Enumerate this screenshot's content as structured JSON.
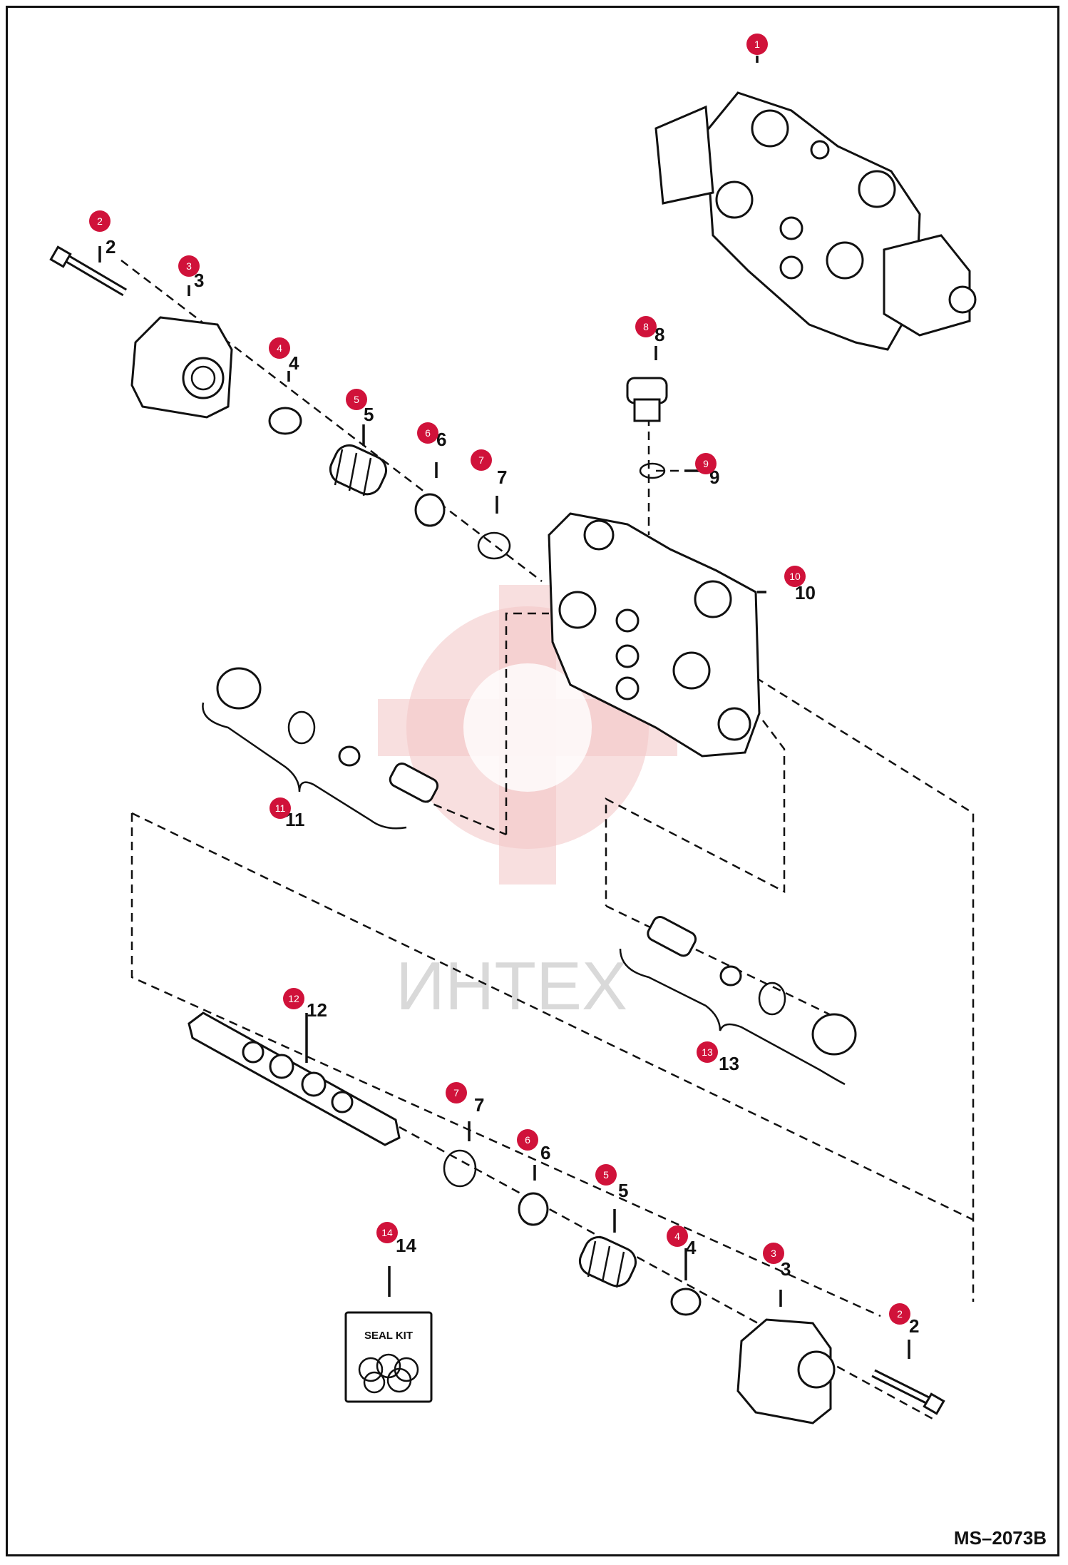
{
  "watermark": "ИНТЕХ",
  "drawing_ref": "MS–2073B",
  "seal_kit_label": "SEAL KIT",
  "callouts": [
    {
      "id": "c1",
      "number": "1"
    },
    {
      "id": "c2a",
      "number": "2"
    },
    {
      "id": "c3a",
      "number": "3"
    },
    {
      "id": "c4a",
      "number": "4"
    },
    {
      "id": "c5a",
      "number": "5"
    },
    {
      "id": "c6a",
      "number": "6"
    },
    {
      "id": "c7a",
      "number": "7"
    },
    {
      "id": "c8",
      "number": "8"
    },
    {
      "id": "c9",
      "number": "9"
    },
    {
      "id": "c10",
      "number": "10"
    },
    {
      "id": "c11",
      "number": "11"
    },
    {
      "id": "c12",
      "number": "12"
    },
    {
      "id": "c13",
      "number": "13"
    },
    {
      "id": "c7b",
      "number": "7"
    },
    {
      "id": "c6b",
      "number": "6"
    },
    {
      "id": "c5b",
      "number": "5"
    },
    {
      "id": "c14",
      "number": "14"
    },
    {
      "id": "c4b",
      "number": "4"
    },
    {
      "id": "c3b",
      "number": "3"
    },
    {
      "id": "c2b",
      "number": "2"
    }
  ]
}
